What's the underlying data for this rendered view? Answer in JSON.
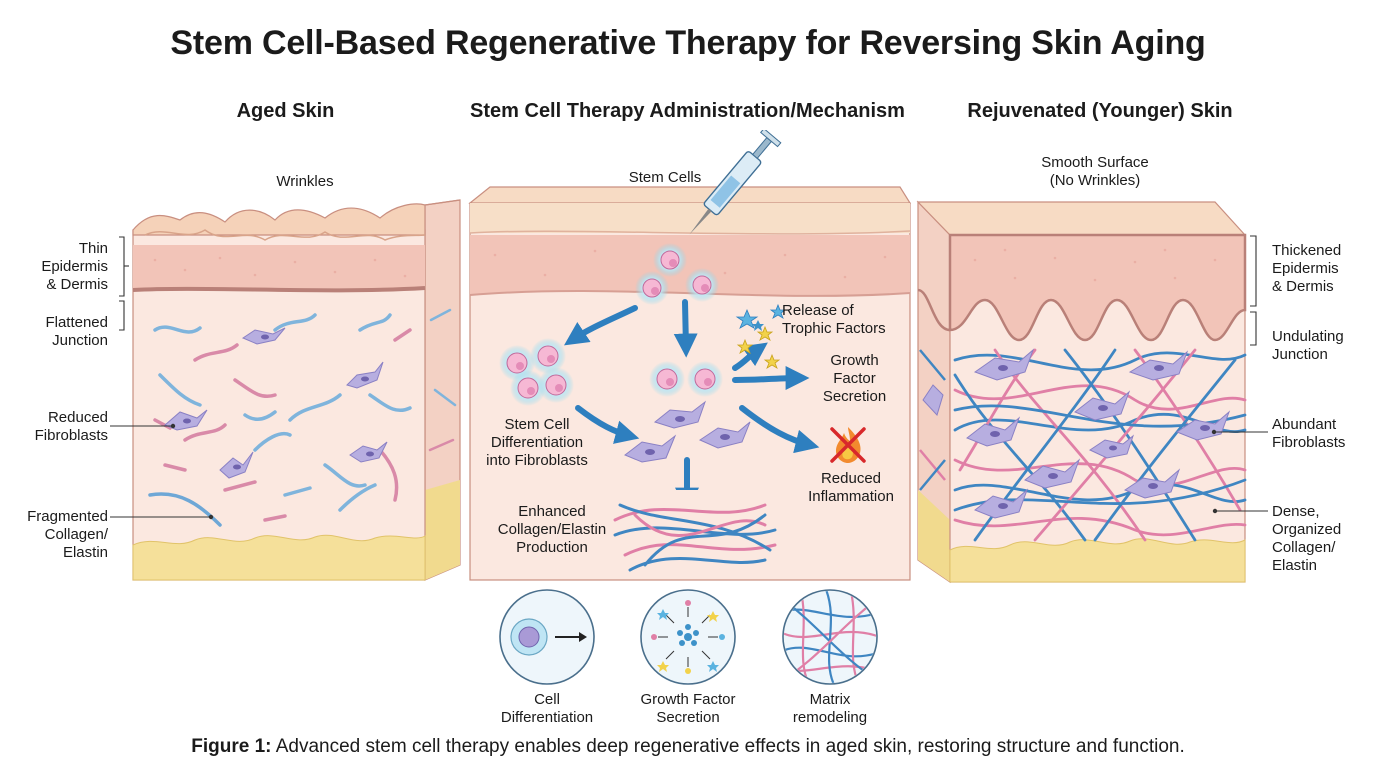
{
  "title": "Stem Cell-Based Regenerative Therapy for Reversing Skin Aging",
  "panels": {
    "aged": {
      "heading": "Aged Skin",
      "top_label": "Wrinkles",
      "labels": {
        "epidermis": "Thin\nEpidermis\n& Dermis",
        "junction": "Flattened\nJunction",
        "fibroblasts": "Reduced\nFibroblasts",
        "collagen": "Fragmented\nCollagen/\nElastin"
      }
    },
    "therapy": {
      "heading": "Stem Cell Therapy Administration/Mechanism",
      "top_label": "Stem Cells",
      "labels": {
        "trophic": "Release of\nTrophic Factors",
        "growth": "Growth\nFactor\nSecretion",
        "differentiation": "Stem Cell\nDifferentiation\ninto Fibroblasts",
        "inflammation": "Reduced\nInflammation",
        "collagen": "Enhanced\nCollagen/Elastin\nProduction"
      }
    },
    "rejuvenated": {
      "heading": "Rejuvenated (Younger) Skin",
      "top_label": "Smooth Surface\n(No Wrinkles)",
      "labels": {
        "epidermis": "Thickened\nEpidermis\n& Dermis",
        "junction": "Undulating\nJunction",
        "fibroblasts": "Abundant\nFibroblasts",
        "collagen": "Dense,\nOrganized\nCollagen/\nElastin"
      }
    }
  },
  "insets": [
    {
      "label": "Cell\nDifferentiation",
      "icon": "cell-differentiation-icon"
    },
    {
      "label": "Growth Factor\nSecretion",
      "icon": "growth-factor-icon"
    },
    {
      "label": "Matrix\nremodeling",
      "icon": "matrix-icon"
    }
  ],
  "caption": {
    "prefix": "Figure 1:",
    "text": " Advanced stem cell therapy enables deep regenerative effects in aged skin, restoring structure and function."
  },
  "colors": {
    "epidermis": "#f2c4b8",
    "stratum": "#f6dcc7",
    "dermis": "#fbe8e0",
    "fat": "#f5e09a",
    "collagen_blue": "#3f86c2",
    "elastin_pink": "#e07fa6",
    "fibroblast": "#b7aee0",
    "arrow": "#2e7fbf",
    "stem_glow": "#7fd6f0"
  }
}
